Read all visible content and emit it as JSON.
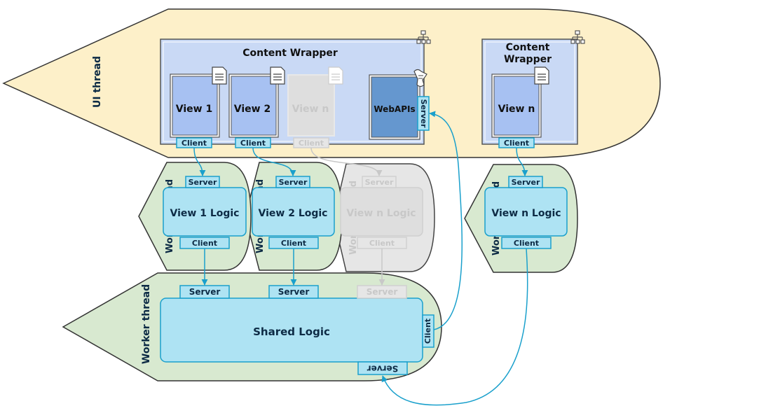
{
  "colors": {
    "ui_thread": "#fdf0c9",
    "worker_thread": "#d8e9d0",
    "faded_thread": "#e6e6e6",
    "wrapper": "#c9d9f5",
    "view": "#a7c1f2",
    "webapis": "#6597cf",
    "logic": "#aee3f3",
    "accent": "#1aa0cc",
    "text": "#0d2b45",
    "faded_text": "#c8c8c8"
  },
  "labels": {
    "ui_thread": "UI thread",
    "worker_thread_1": "Worker thread",
    "worker_thread_2": "Worker thread",
    "worker_thread_3": "Worker thread",
    "worker_thread_4": "Worker thread",
    "shared_worker_thread": "Worker thread",
    "content_wrapper_1": "Content Wrapper",
    "content_wrapper_2_line1": "Content",
    "content_wrapper_2_line2": "Wrapper",
    "view_1": "View 1",
    "view_2": "View 2",
    "view_n_faded": "View n",
    "view_n": "View n",
    "webapis": "WebAPIs",
    "webapis_server": "Server",
    "client_view_1": "Client",
    "client_view_2": "Client",
    "client_view_n_faded": "Client",
    "client_view_n": "Client",
    "logic_1": "View 1 Logic",
    "logic_2": "View 2 Logic",
    "logic_n_faded": "View n Logic",
    "logic_n": "View n Logic",
    "logic_1_server": "Server",
    "logic_2_server": "Server",
    "logic_n_faded_server": "Server",
    "logic_n_server": "Server",
    "logic_1_client": "Client",
    "logic_2_client": "Client",
    "logic_n_faded_client": "Client",
    "logic_n_client": "Client",
    "shared_server_1": "Server",
    "shared_server_2": "Server",
    "shared_server_faded": "Server",
    "shared_logic": "Shared Logic",
    "shared_client": "Client",
    "shared_server_bottom": "Server"
  }
}
